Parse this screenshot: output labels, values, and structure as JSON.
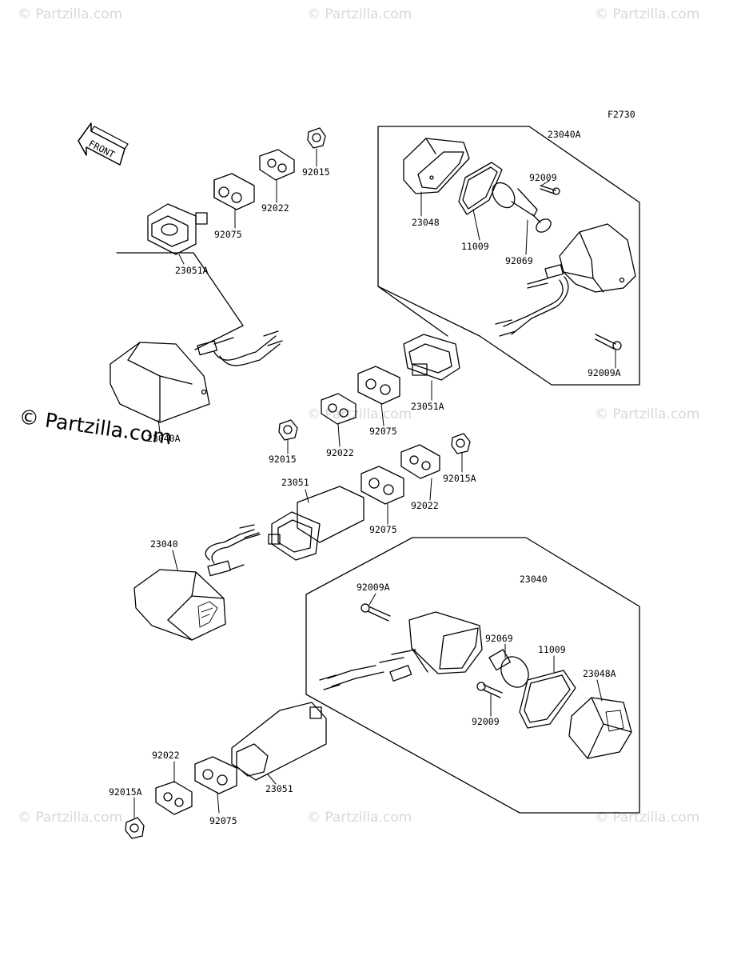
{
  "diagram": {
    "code": "F2730",
    "front_label": "FRONT",
    "labels": {
      "a23040A_top": "23040A",
      "a23048": "23048",
      "a92009_top": "92009",
      "a11009_top": "11009",
      "a92069_top": "92069",
      "a92009A_right": "92009A",
      "a92015_top": "92015",
      "a92022_top": "92022",
      "a92075_top": "92075",
      "a23051A_left": "23051A",
      "a23040A_left": "23040A",
      "a23051A_mid": "23051A",
      "a92075_mid": "92075",
      "a92022_mid": "92022",
      "a92015_mid": "92015",
      "a92015A_mid": "92015A",
      "a92022_right": "92022",
      "a92075_right": "92075",
      "a23051_mid": "23051",
      "a23040_left": "23040",
      "a23040_right": "23040",
      "a92009A_low": "92009A",
      "a92069_low": "92069",
      "a11009_low": "11009",
      "a23048A": "23048A",
      "a92009_low": "92009",
      "a92022_low": "92022",
      "a92015A_low": "92015A",
      "a92075_low": "92075",
      "a23051_low": "23051"
    }
  },
  "watermarks": {
    "small": "© Partzilla.com",
    "big": "© Partzilla.com"
  }
}
